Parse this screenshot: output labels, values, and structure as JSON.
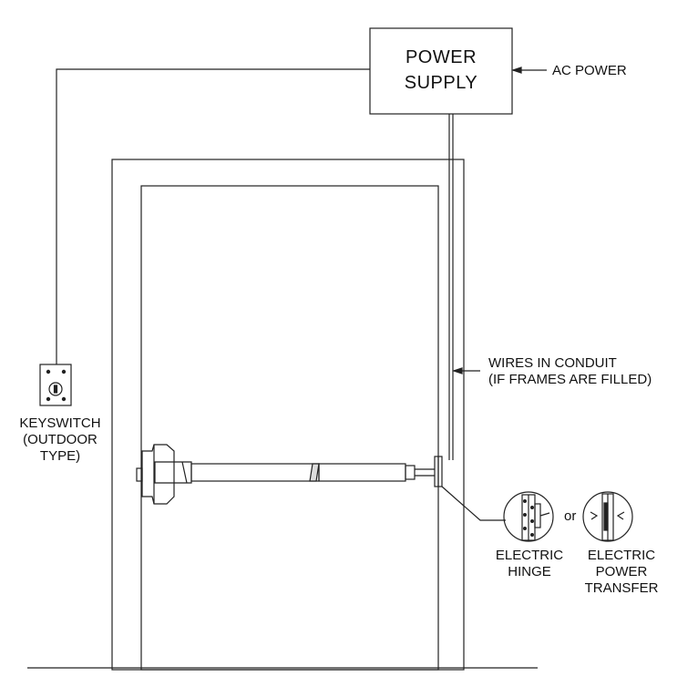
{
  "power_supply": {
    "line1": "POWER",
    "line2": "SUPPLY"
  },
  "ac_power": "AC POWER",
  "wires": {
    "line1": "WIRES IN CONDUIT",
    "line2": "(IF FRAMES ARE FILLED)"
  },
  "keyswitch": {
    "line1": "KEYSWITCH",
    "line2": "(OUTDOOR",
    "line3": "TYPE)"
  },
  "or_text": "or",
  "electric_hinge": {
    "line1": "ELECTRIC",
    "line2": "HINGE"
  },
  "electric_power_transfer": {
    "line1": "ELECTRIC",
    "line2": "POWER",
    "line3": "TRANSFER"
  }
}
